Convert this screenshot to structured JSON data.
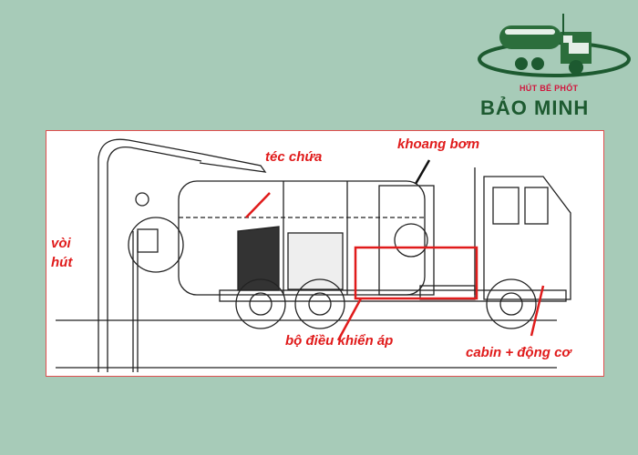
{
  "logo": {
    "subtitle": "HÚT BỂ PHỐT",
    "title": "BẢO MINH"
  },
  "labels": {
    "tank": "téc chứa",
    "pump": "khoang bơm",
    "hose_line1": "vòi",
    "hose_line2": "hút",
    "pressure": "bộ điều khiển áp",
    "cabin": "cabin + động cơ"
  },
  "colors": {
    "background": "#a7cbb8",
    "label": "#e01b1b",
    "brand": "#1d5a30"
  }
}
